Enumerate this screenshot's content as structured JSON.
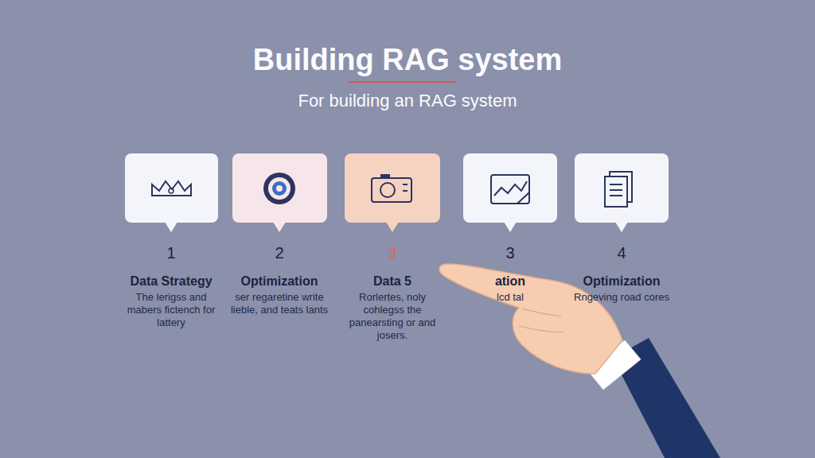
{
  "diagram": {
    "title": "Building RAG system",
    "nodes": [
      {
        "text": [
          "1",
          "Data Strategy",
          "The lerigss and mabers fictench for lattery"
        ]
      },
      {
        "text": [
          "2",
          "Optimization",
          "ser regaretine write lieble, and teats lants"
        ]
      },
      {
        "text": [
          "3",
          "Data 5",
          "Rorlertes, noly cohlegss the panearsting or and josers."
        ]
      },
      {
        "text": [
          "3",
          "ation",
          "lcd tal"
        ]
      },
      {
        "text": [
          "4",
          "Optimization",
          "Rngeving road cores"
        ]
      }
    ],
    "labels": [
      "For building an RAG system"
    ]
  }
}
